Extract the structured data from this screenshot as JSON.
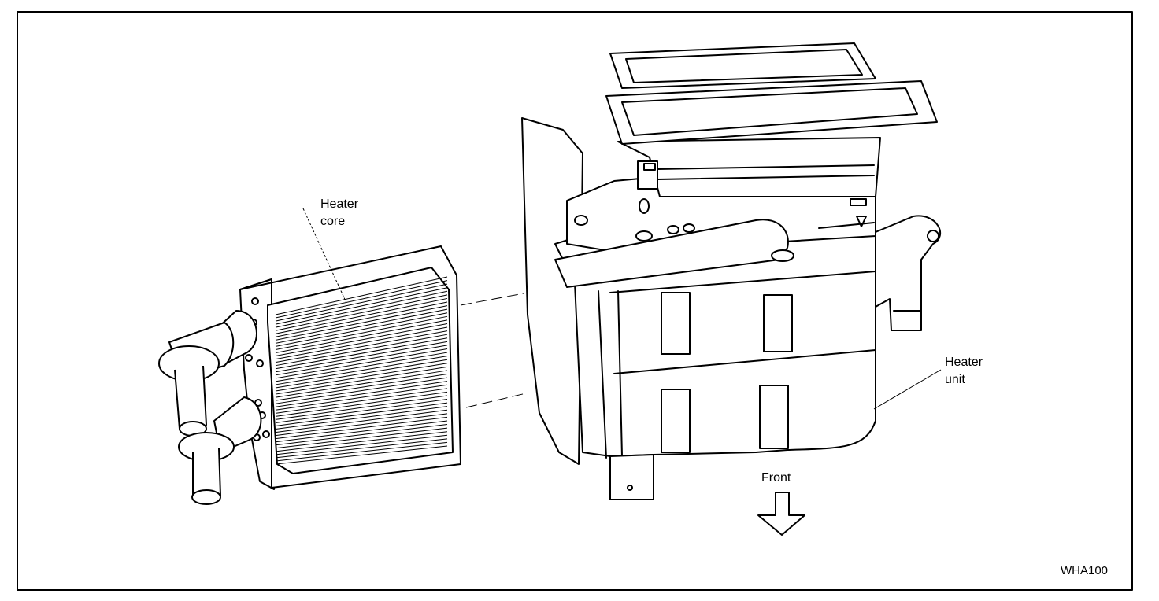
{
  "labels": {
    "heater_core_line1": "Heater",
    "heater_core_line2": "core",
    "heater_unit_line1": "Heater",
    "heater_unit_line2": "unit",
    "front": "Front",
    "figure_code": "WHA100"
  }
}
